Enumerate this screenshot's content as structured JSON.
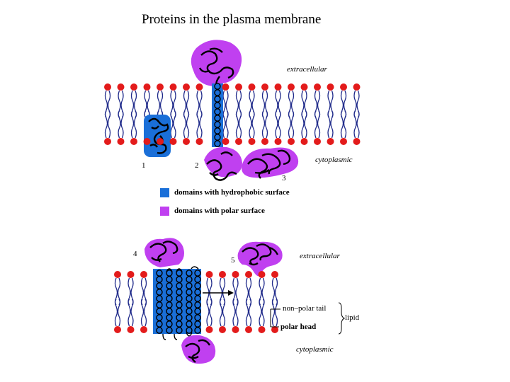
{
  "title": "Proteins in the plasma membrane",
  "labels": {
    "extracellular_top": "extracellular",
    "cytoplasmic_top": "cytoplasmic",
    "extracellular_bottom": "extracellular",
    "cytoplasmic_bottom": "cytoplasmic",
    "non_polar_tail": "non–polar tail",
    "polar_head": "polar head",
    "lipid": "lipid"
  },
  "numbers": [
    "1",
    "2",
    "3",
    "4",
    "5"
  ],
  "legend": [
    {
      "label": "domains with hydrophobic surface",
      "color": "#1a6fd8"
    },
    {
      "label": "domains with polar surface",
      "color": "#c040f0"
    }
  ],
  "colors": {
    "hydrophobic": "#1a6fd8",
    "polar": "#c040f0",
    "lipid_head": "#e31b1b",
    "lipid_tail": "#1f2a8a"
  }
}
